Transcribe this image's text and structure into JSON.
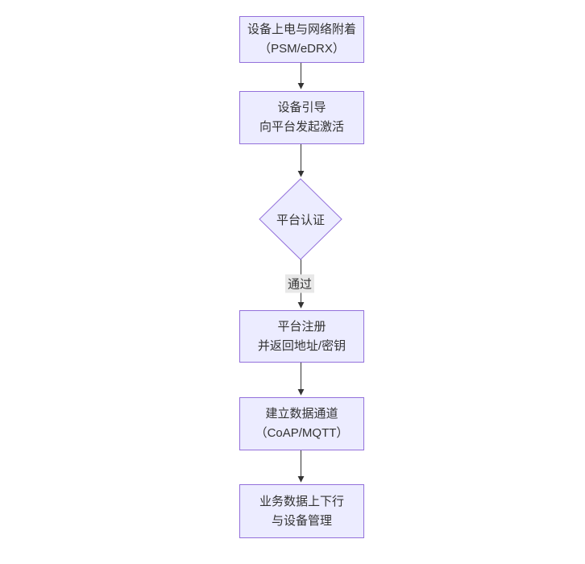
{
  "diagram": {
    "type": "flowchart",
    "direction": "top-down",
    "nodes": [
      {
        "id": "power_attach",
        "shape": "rect",
        "lines": [
          "设备上电与网络附着",
          "（PSM/eDRX）"
        ]
      },
      {
        "id": "bootstrap",
        "shape": "rect",
        "lines": [
          "设备引导",
          "向平台发起激活"
        ]
      },
      {
        "id": "auth",
        "shape": "diamond",
        "lines": [
          "平台认证"
        ]
      },
      {
        "id": "register",
        "shape": "rect",
        "lines": [
          "平台注册",
          "并返回地址/密钥"
        ]
      },
      {
        "id": "channel",
        "shape": "rect",
        "lines": [
          "建立数据通道",
          "（CoAP/MQTT）"
        ]
      },
      {
        "id": "business",
        "shape": "rect",
        "lines": [
          "业务数据上下行",
          "与设备管理"
        ]
      }
    ],
    "edges": [
      {
        "from": "power_attach",
        "to": "bootstrap",
        "label": ""
      },
      {
        "from": "bootstrap",
        "to": "auth",
        "label": ""
      },
      {
        "from": "auth",
        "to": "register",
        "label": "通过"
      },
      {
        "from": "register",
        "to": "channel",
        "label": ""
      },
      {
        "from": "channel",
        "to": "business",
        "label": ""
      }
    ],
    "colors": {
      "node_fill": "#ECECFF",
      "node_border": "#9370DB",
      "edge_color": "#333333",
      "edge_label_bg": "#e8e8e8",
      "text_color": "#333333",
      "background": "#ffffff"
    }
  }
}
